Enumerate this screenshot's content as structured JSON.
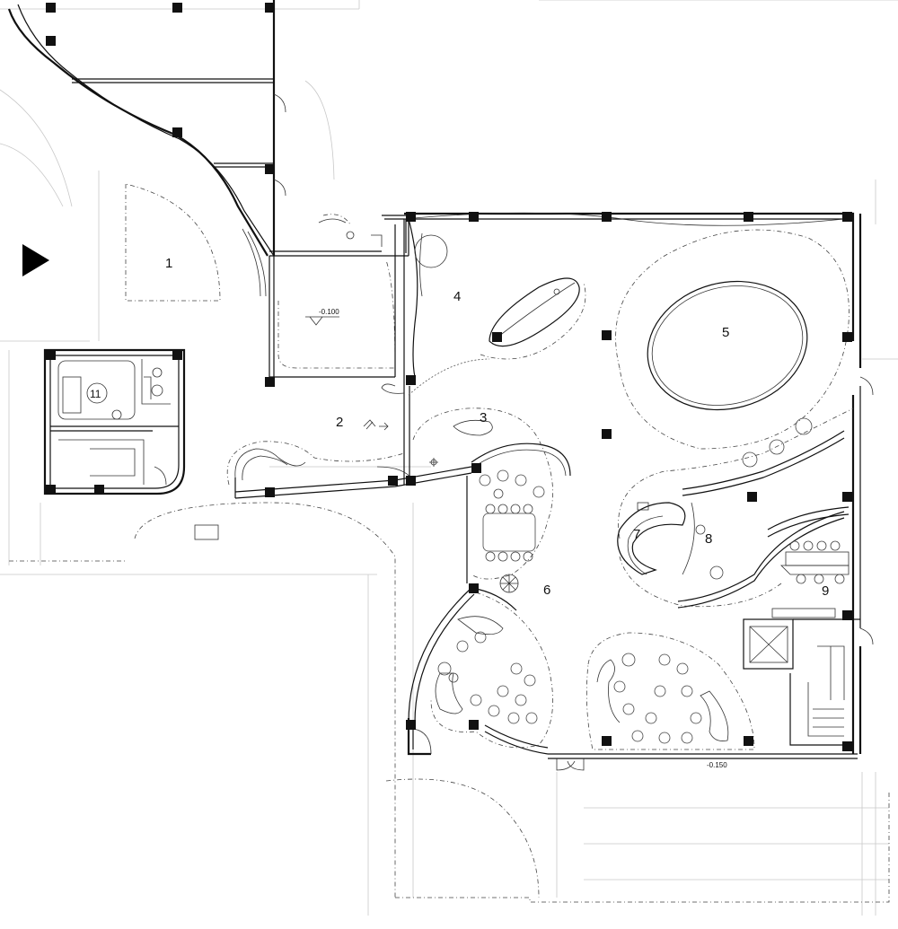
{
  "rooms": [
    {
      "id": "1",
      "label": "1"
    },
    {
      "id": "2",
      "label": "2"
    },
    {
      "id": "3",
      "label": "3"
    },
    {
      "id": "4",
      "label": "4"
    },
    {
      "id": "5",
      "label": "5"
    },
    {
      "id": "6",
      "label": "6"
    },
    {
      "id": "7",
      "label": "7"
    },
    {
      "id": "8",
      "label": "8"
    },
    {
      "id": "9",
      "label": "9"
    },
    {
      "id": "11",
      "label": "11"
    }
  ],
  "level_mark": "-0.100",
  "bottom_mark": "-0.150",
  "colors": {
    "lines": "#111111",
    "faint": "#c8c8c8",
    "background": "#ffffff"
  },
  "icons": [
    "entrance-arrow-icon",
    "column-icon",
    "door-swing-icon",
    "tree-icon"
  ]
}
